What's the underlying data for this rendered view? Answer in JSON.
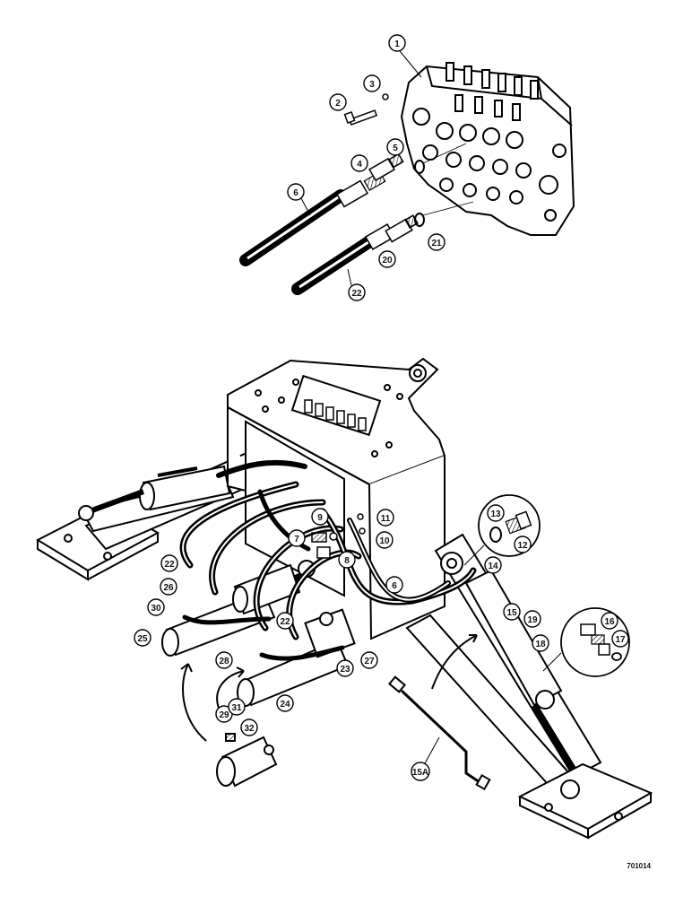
{
  "diagram": {
    "figure_code": "701014",
    "callouts": [
      "1",
      "2",
      "3",
      "4",
      "5",
      "6",
      "20",
      "21",
      "22",
      "6",
      "7",
      "8",
      "9",
      "10",
      "11",
      "13",
      "12",
      "14",
      "15",
      "19",
      "18",
      "16",
      "17",
      "22",
      "26",
      "30",
      "25",
      "28",
      "22",
      "23",
      "27",
      "24",
      "29",
      "31",
      "32",
      "15A"
    ]
  }
}
